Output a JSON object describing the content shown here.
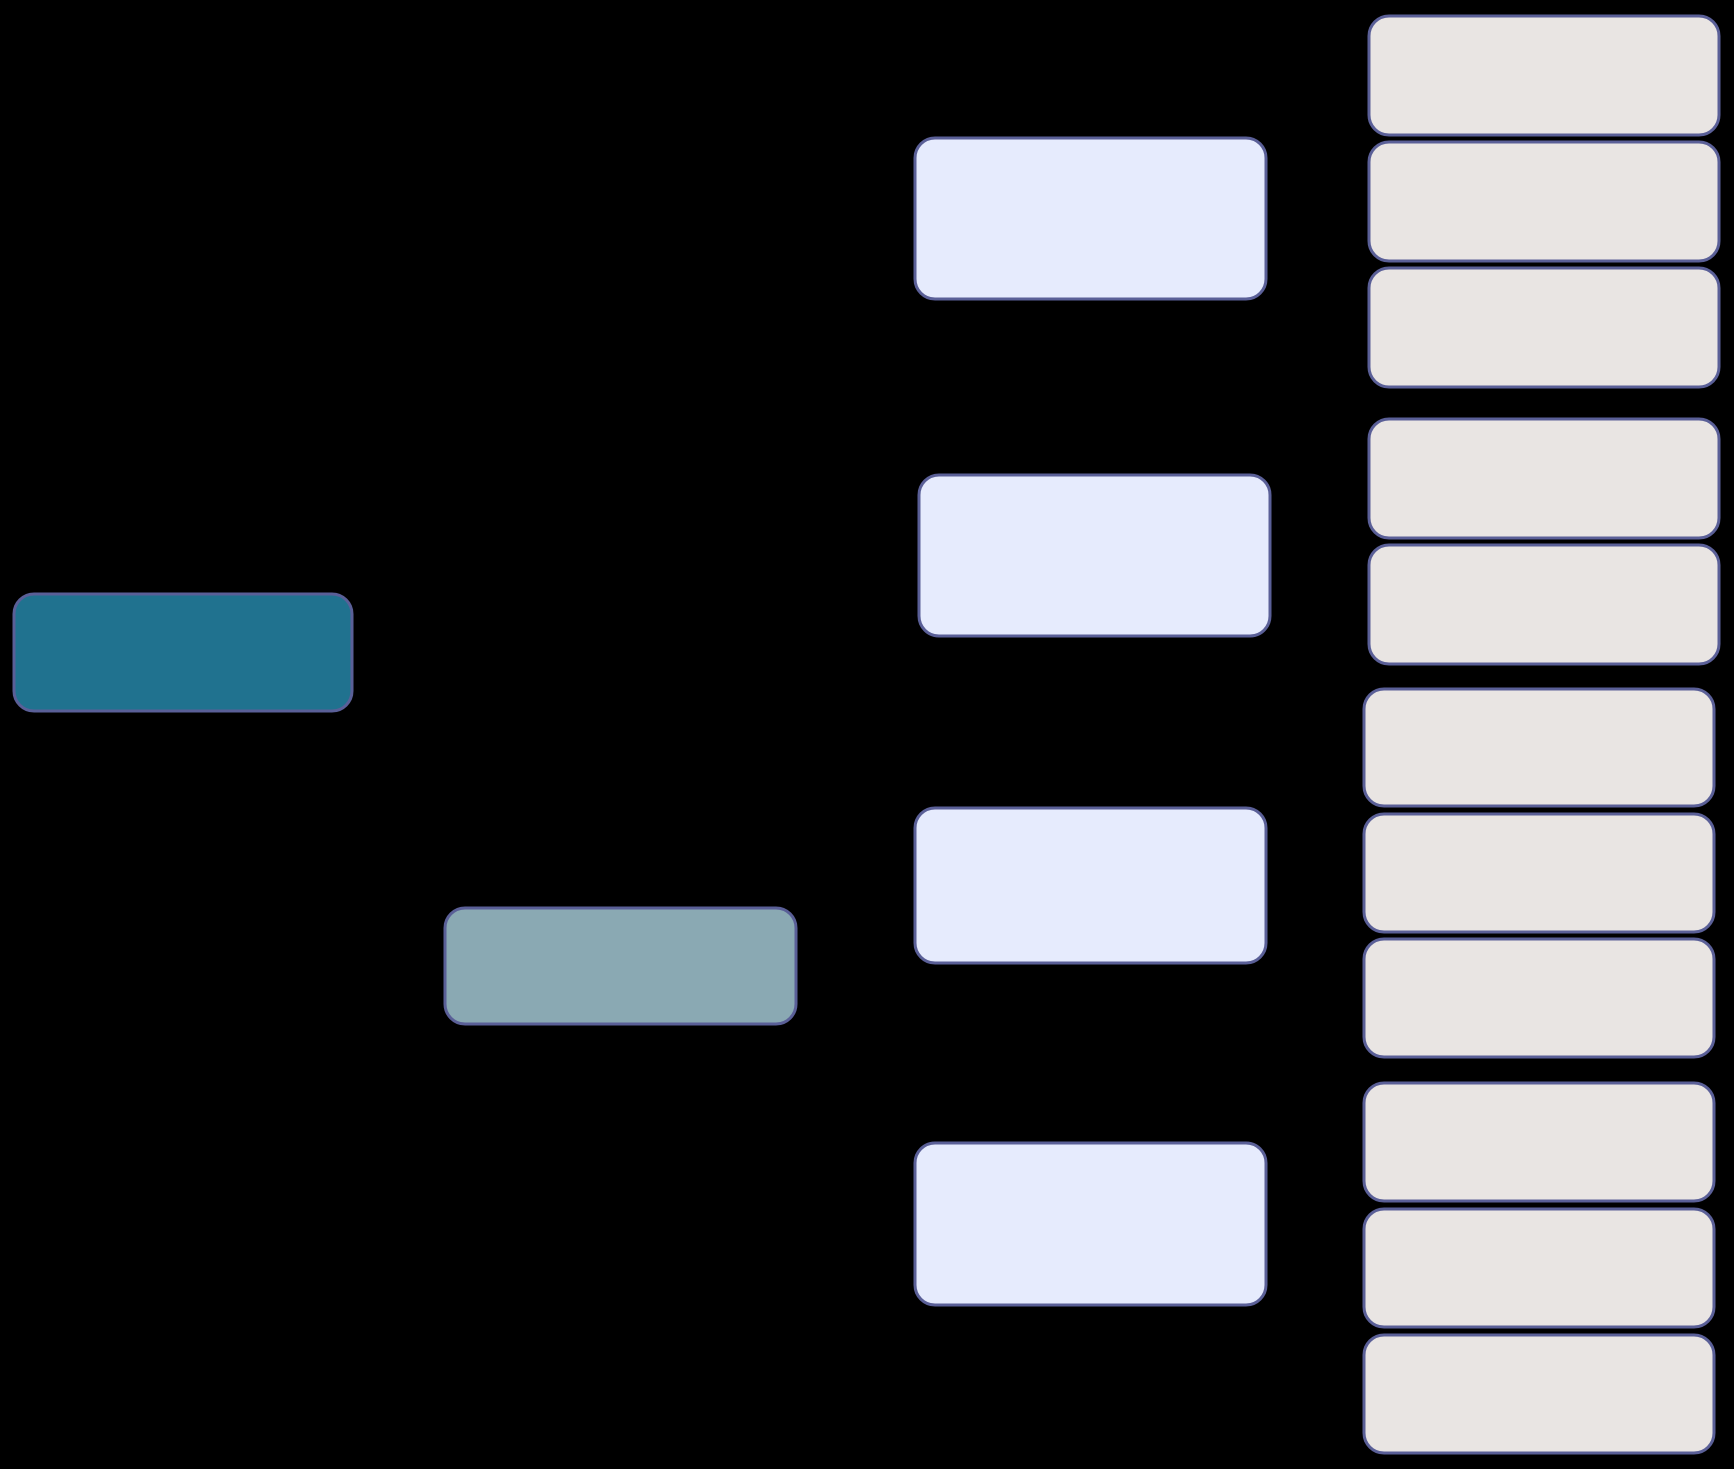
{
  "diagram": {
    "background": "#000000",
    "node_stroke": "#5a5f97",
    "styles": {
      "root": "#20728f",
      "branch": "#8aa9b3",
      "level2": "#e6ebfd",
      "leaf": "#e9e5e3"
    },
    "nodes": [
      {
        "id": "root",
        "style": "root",
        "label": ""
      },
      {
        "id": "branch-a",
        "style": "branch",
        "label": ""
      },
      {
        "id": "topic-1",
        "style": "level2",
        "label": ""
      },
      {
        "id": "topic-2",
        "style": "level2",
        "label": ""
      },
      {
        "id": "topic-3",
        "style": "level2",
        "label": ""
      },
      {
        "id": "topic-4",
        "style": "level2",
        "label": ""
      },
      {
        "id": "leaf-1-1",
        "style": "leaf",
        "label": ""
      },
      {
        "id": "leaf-1-2",
        "style": "leaf",
        "label": ""
      },
      {
        "id": "leaf-1-3",
        "style": "leaf",
        "label": ""
      },
      {
        "id": "leaf-2-1",
        "style": "leaf",
        "label": ""
      },
      {
        "id": "leaf-2-2",
        "style": "leaf",
        "label": ""
      },
      {
        "id": "leaf-3-1",
        "style": "leaf",
        "label": ""
      },
      {
        "id": "leaf-3-2",
        "style": "leaf",
        "label": ""
      },
      {
        "id": "leaf-3-3",
        "style": "leaf",
        "label": ""
      },
      {
        "id": "leaf-4-1",
        "style": "leaf",
        "label": ""
      },
      {
        "id": "leaf-4-2",
        "style": "leaf",
        "label": ""
      },
      {
        "id": "leaf-4-3",
        "style": "leaf",
        "label": ""
      }
    ],
    "edges": [
      [
        "root",
        "branch-a"
      ],
      [
        "branch-a",
        "topic-1"
      ],
      [
        "branch-a",
        "topic-2"
      ],
      [
        "branch-a",
        "topic-3"
      ],
      [
        "branch-a",
        "topic-4"
      ],
      [
        "topic-1",
        "leaf-1-1"
      ],
      [
        "topic-1",
        "leaf-1-2"
      ],
      [
        "topic-1",
        "leaf-1-3"
      ],
      [
        "topic-2",
        "leaf-2-1"
      ],
      [
        "topic-2",
        "leaf-2-2"
      ],
      [
        "topic-3",
        "leaf-3-1"
      ],
      [
        "topic-3",
        "leaf-3-2"
      ],
      [
        "topic-3",
        "leaf-3-3"
      ],
      [
        "topic-4",
        "leaf-4-1"
      ],
      [
        "topic-4",
        "leaf-4-2"
      ],
      [
        "topic-4",
        "leaf-4-3"
      ]
    ]
  }
}
